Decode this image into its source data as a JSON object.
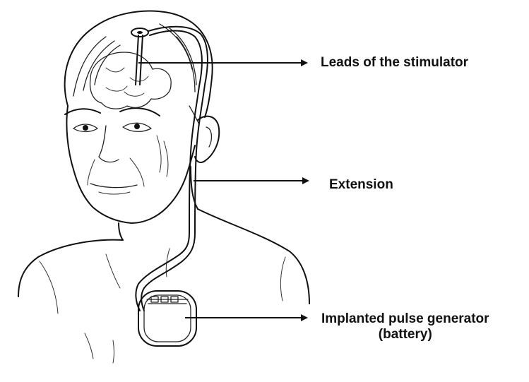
{
  "labels": {
    "leads": "Leads of the stimulator",
    "extension": "Extension",
    "generator_line1": "Implanted pulse generator",
    "generator_line2": "(battery)"
  }
}
